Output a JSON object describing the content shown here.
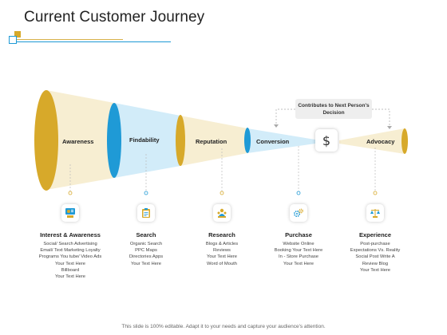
{
  "title": "Current Customer Journey",
  "colors": {
    "gold": "#d7a92a",
    "gold_light": "#f7eed2",
    "blue": "#1f9ad6",
    "blue_light": "#d2ecf9"
  },
  "stages": [
    {
      "label": "Awareness"
    },
    {
      "label": "Findability"
    },
    {
      "label": "Reputation"
    },
    {
      "label": "Conversion"
    },
    {
      "label": "Advocacy"
    }
  ],
  "decision": {
    "label": "Contributes to Next Person's Decision",
    "icon": "dollar-icon",
    "symbol": "$"
  },
  "columns": [
    {
      "icon": "presentation-icon",
      "title": "Interest & Awareness",
      "lines": [
        "Social/ Search Advertising",
        "Email/ Text Marketing Loyalty",
        "Programs You tube/ Video Ads",
        "Your Text Here",
        "Billboard",
        "Your Text Here"
      ]
    },
    {
      "icon": "clipboard-icon",
      "title": "Search",
      "lines": [
        "Organic Search",
        "PPC Maps",
        "Directories Apps",
        "Your Text Here"
      ]
    },
    {
      "icon": "team-icon",
      "title": "Research",
      "lines": [
        "Blogs & Articles",
        "Reviews",
        "Your Text Here",
        "Word of Mouth"
      ]
    },
    {
      "icon": "gears-icon",
      "title": "Purchase",
      "lines": [
        "Website Online",
        "Booking Your Text Here",
        "In - Store Purchase",
        "Your Text Here"
      ]
    },
    {
      "icon": "scales-icon",
      "title": "Experience",
      "lines": [
        "Post-purchase",
        "Expectations Vs. Reality",
        "Social Post Write A",
        "Review Blog",
        "Your Text Here"
      ]
    }
  ],
  "footer": "This slide is 100% editable. Adapt it to your needs and capture your audience's attention."
}
